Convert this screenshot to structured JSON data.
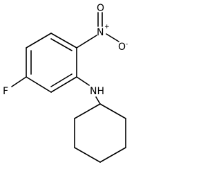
{
  "molecule": {
    "atoms": {
      "oxygen_top": "O",
      "nitro_nitrogen": "N",
      "nitro_plus": "+",
      "oxygen_right": "O",
      "oxygen_minus": "-",
      "fluorine": "F",
      "amine": "NH"
    },
    "rings": [
      "benzene",
      "cyclohexane"
    ]
  }
}
